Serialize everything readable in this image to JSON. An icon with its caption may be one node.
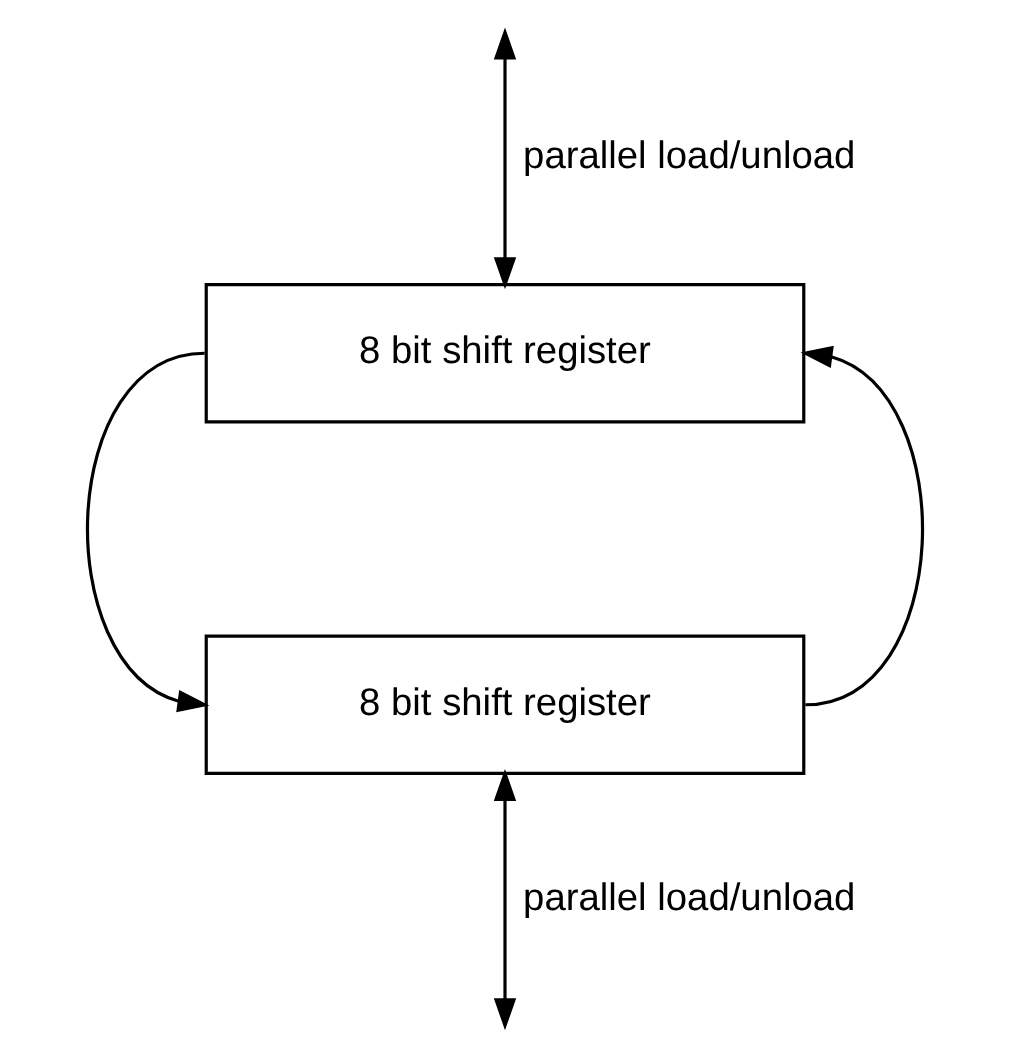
{
  "diagram": {
    "nodes": [
      {
        "text": [
          "8 bit shift register"
        ]
      },
      {
        "text": [
          "8 bit shift register"
        ]
      }
    ],
    "edges": [
      {
        "from": null,
        "to": 0,
        "arrow": "both",
        "label": "parallel load/unload"
      },
      {
        "from": 0,
        "to": 1,
        "arrow": "to"
      },
      {
        "from": 1,
        "to": 0,
        "arrow": "to"
      },
      {
        "from": 1,
        "to": null,
        "arrow": "both",
        "label": "parallel load/unload"
      }
    ]
  }
}
